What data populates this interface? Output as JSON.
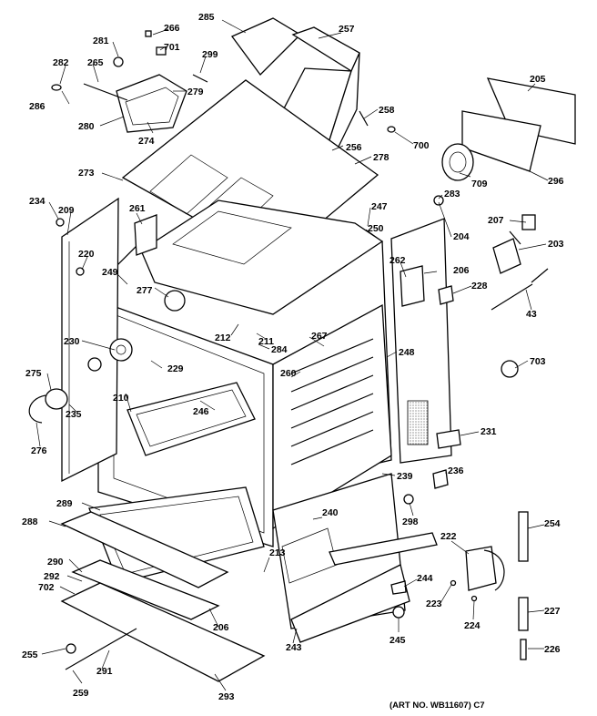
{
  "diagram": {
    "art_number": "(ART NO. WB11607) C7",
    "callouts": [
      "285",
      "266",
      "281",
      "701",
      "257",
      "299",
      "282",
      "265",
      "279",
      "286",
      "280",
      "274",
      "258",
      "700",
      "205",
      "273",
      "256",
      "278",
      "709",
      "296",
      "234",
      "209",
      "261",
      "247",
      "283",
      "207",
      "250",
      "220",
      "204",
      "203",
      "262",
      "206",
      "249",
      "277",
      "228",
      "43",
      "212",
      "211",
      "284",
      "267",
      "230",
      "248",
      "275",
      "229",
      "260",
      "703",
      "210",
      "246",
      "235",
      "231",
      "276",
      "236",
      "239",
      "289",
      "298",
      "240",
      "288",
      "222",
      "254",
      "290",
      "213",
      "244",
      "292",
      "702",
      "223",
      "227",
      "206",
      "224",
      "245",
      "255",
      "291",
      "243",
      "226",
      "259",
      "293"
    ]
  }
}
